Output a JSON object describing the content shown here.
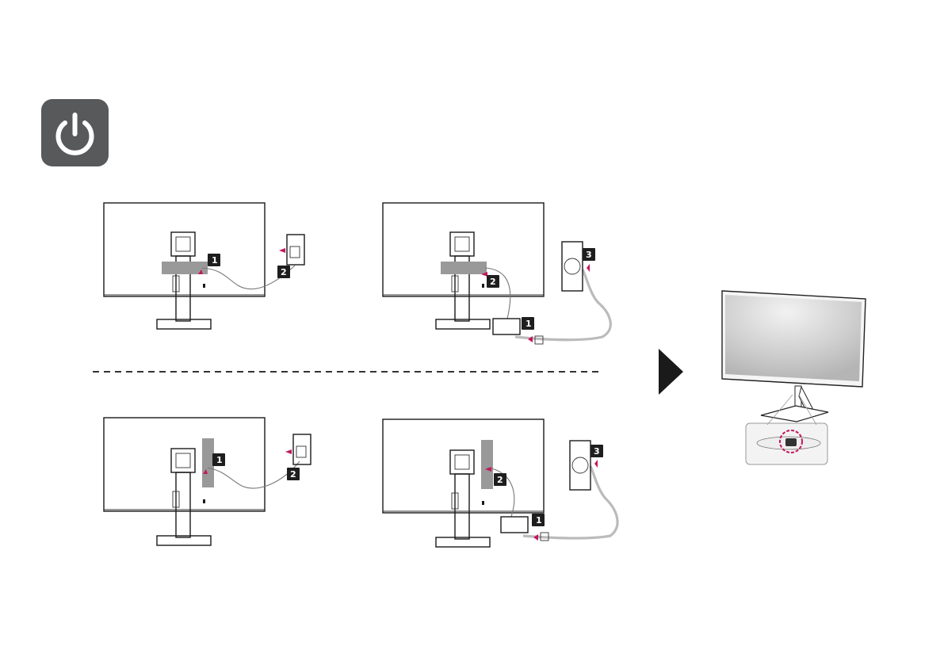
{
  "power_icon": {
    "name": "power-icon",
    "bg_color": "#58595b"
  },
  "steps": {
    "step_1": "1",
    "step_2": "2",
    "step_3": "3"
  },
  "colors": {
    "accent_arrow": "#c2185b",
    "badge_bg": "#1e1e1e",
    "panel_gray": "#999999"
  },
  "next_icon": "triangle-right-icon"
}
